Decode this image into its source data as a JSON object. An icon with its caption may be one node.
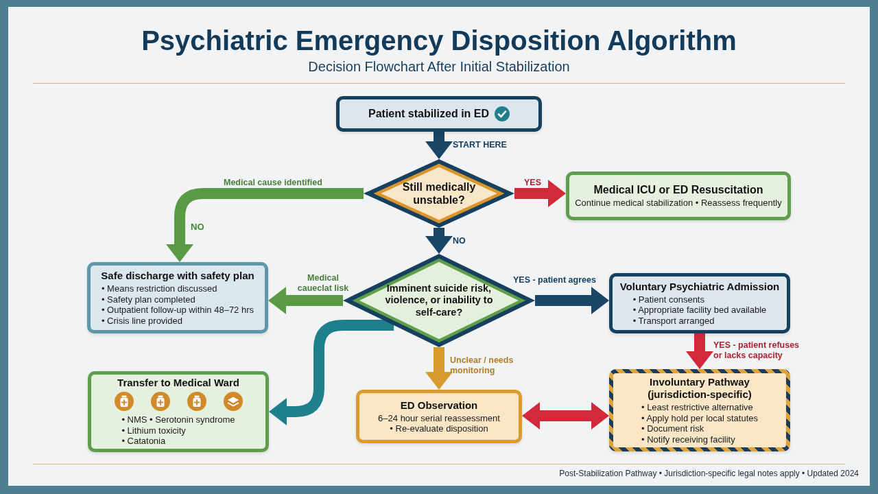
{
  "diagram": {
    "title": "Psychiatric Emergency Disposition Algorithm",
    "caption": "Post-Stabilization Pathway • Jurisdiction-specific legal notes apply • Updated 2024",
    "nodes": [
      {
        "text": [
          "Patient stabilized in ED"
        ]
      },
      {
        "text": [
          "Still medically unstable?"
        ]
      },
      {
        "text": [
          "Medical ICU or ED Resuscitation",
          "Continue medical stabilization • Reassess frequently"
        ]
      },
      {
        "text": [
          "Safe discharge with safety plan",
          "• Means restriction discussed",
          "• Safety plan completed",
          "• Outpatient follow-up within 48–72 hrs",
          "• Crisis line provided"
        ]
      },
      {
        "text": [
          "Imminent suicide risk, violence, or inability to self-care?"
        ]
      },
      {
        "text": [
          "Voluntary Psychiatric Admission",
          "• Patient consents",
          "• Appropriate facility bed available",
          "• Transport arranged"
        ]
      },
      {
        "text": [
          "Transfer to Medical Ward",
          "• NMS • Serotonin syndrome",
          "• Lithium toxicity",
          "• Catatonia"
        ]
      },
      {
        "text": [
          "ED Observation",
          "6–24 hour serial reassessment",
          "• Re-evaluate disposition"
        ]
      },
      {
        "text": [
          "Involuntary Pathway (jurisdiction-specific)",
          "• Least restrictive alternative",
          "• Apply hold per local statutes",
          "• Document risk",
          "• Notify receiving facility"
        ]
      }
    ],
    "edges": [
      {
        "from": 0,
        "to": 1,
        "arrow": "to",
        "label": "START HERE"
      },
      {
        "from": 1,
        "to": 2,
        "arrow": "to",
        "label": "YES",
        "color": "#d22a3a"
      },
      {
        "from": 1,
        "to": 3,
        "arrow": "to",
        "label": "Medical cause identified",
        "color": "#5a9a45"
      },
      {
        "from": 1,
        "to": 4,
        "arrow": "to",
        "label": "NO"
      },
      {
        "from": 4,
        "to": 3,
        "arrow": "to",
        "label": "Medical caueclat lisk",
        "color": "#5a9a45"
      },
      {
        "from": 4,
        "to": 5,
        "arrow": "to",
        "label": "YES - patient agrees"
      },
      {
        "from": 4,
        "to": 6,
        "arrow": "to",
        "color": "#1f7f8a"
      },
      {
        "from": 4,
        "to": 7,
        "arrow": "to",
        "label": "Unclear / needs monitoring",
        "color": "#d89a2a"
      },
      {
        "from": 5,
        "to": 8,
        "arrow": "to",
        "label": "YES - patient refuses or lacks capacity",
        "color": "#d22a3a"
      },
      {
        "from": 7,
        "to": 8,
        "arrow": "both",
        "color": "#d22a3a"
      }
    ],
    "labels": [
      "Decision Flowchart After Initial Stabilization",
      "NO"
    ]
  }
}
